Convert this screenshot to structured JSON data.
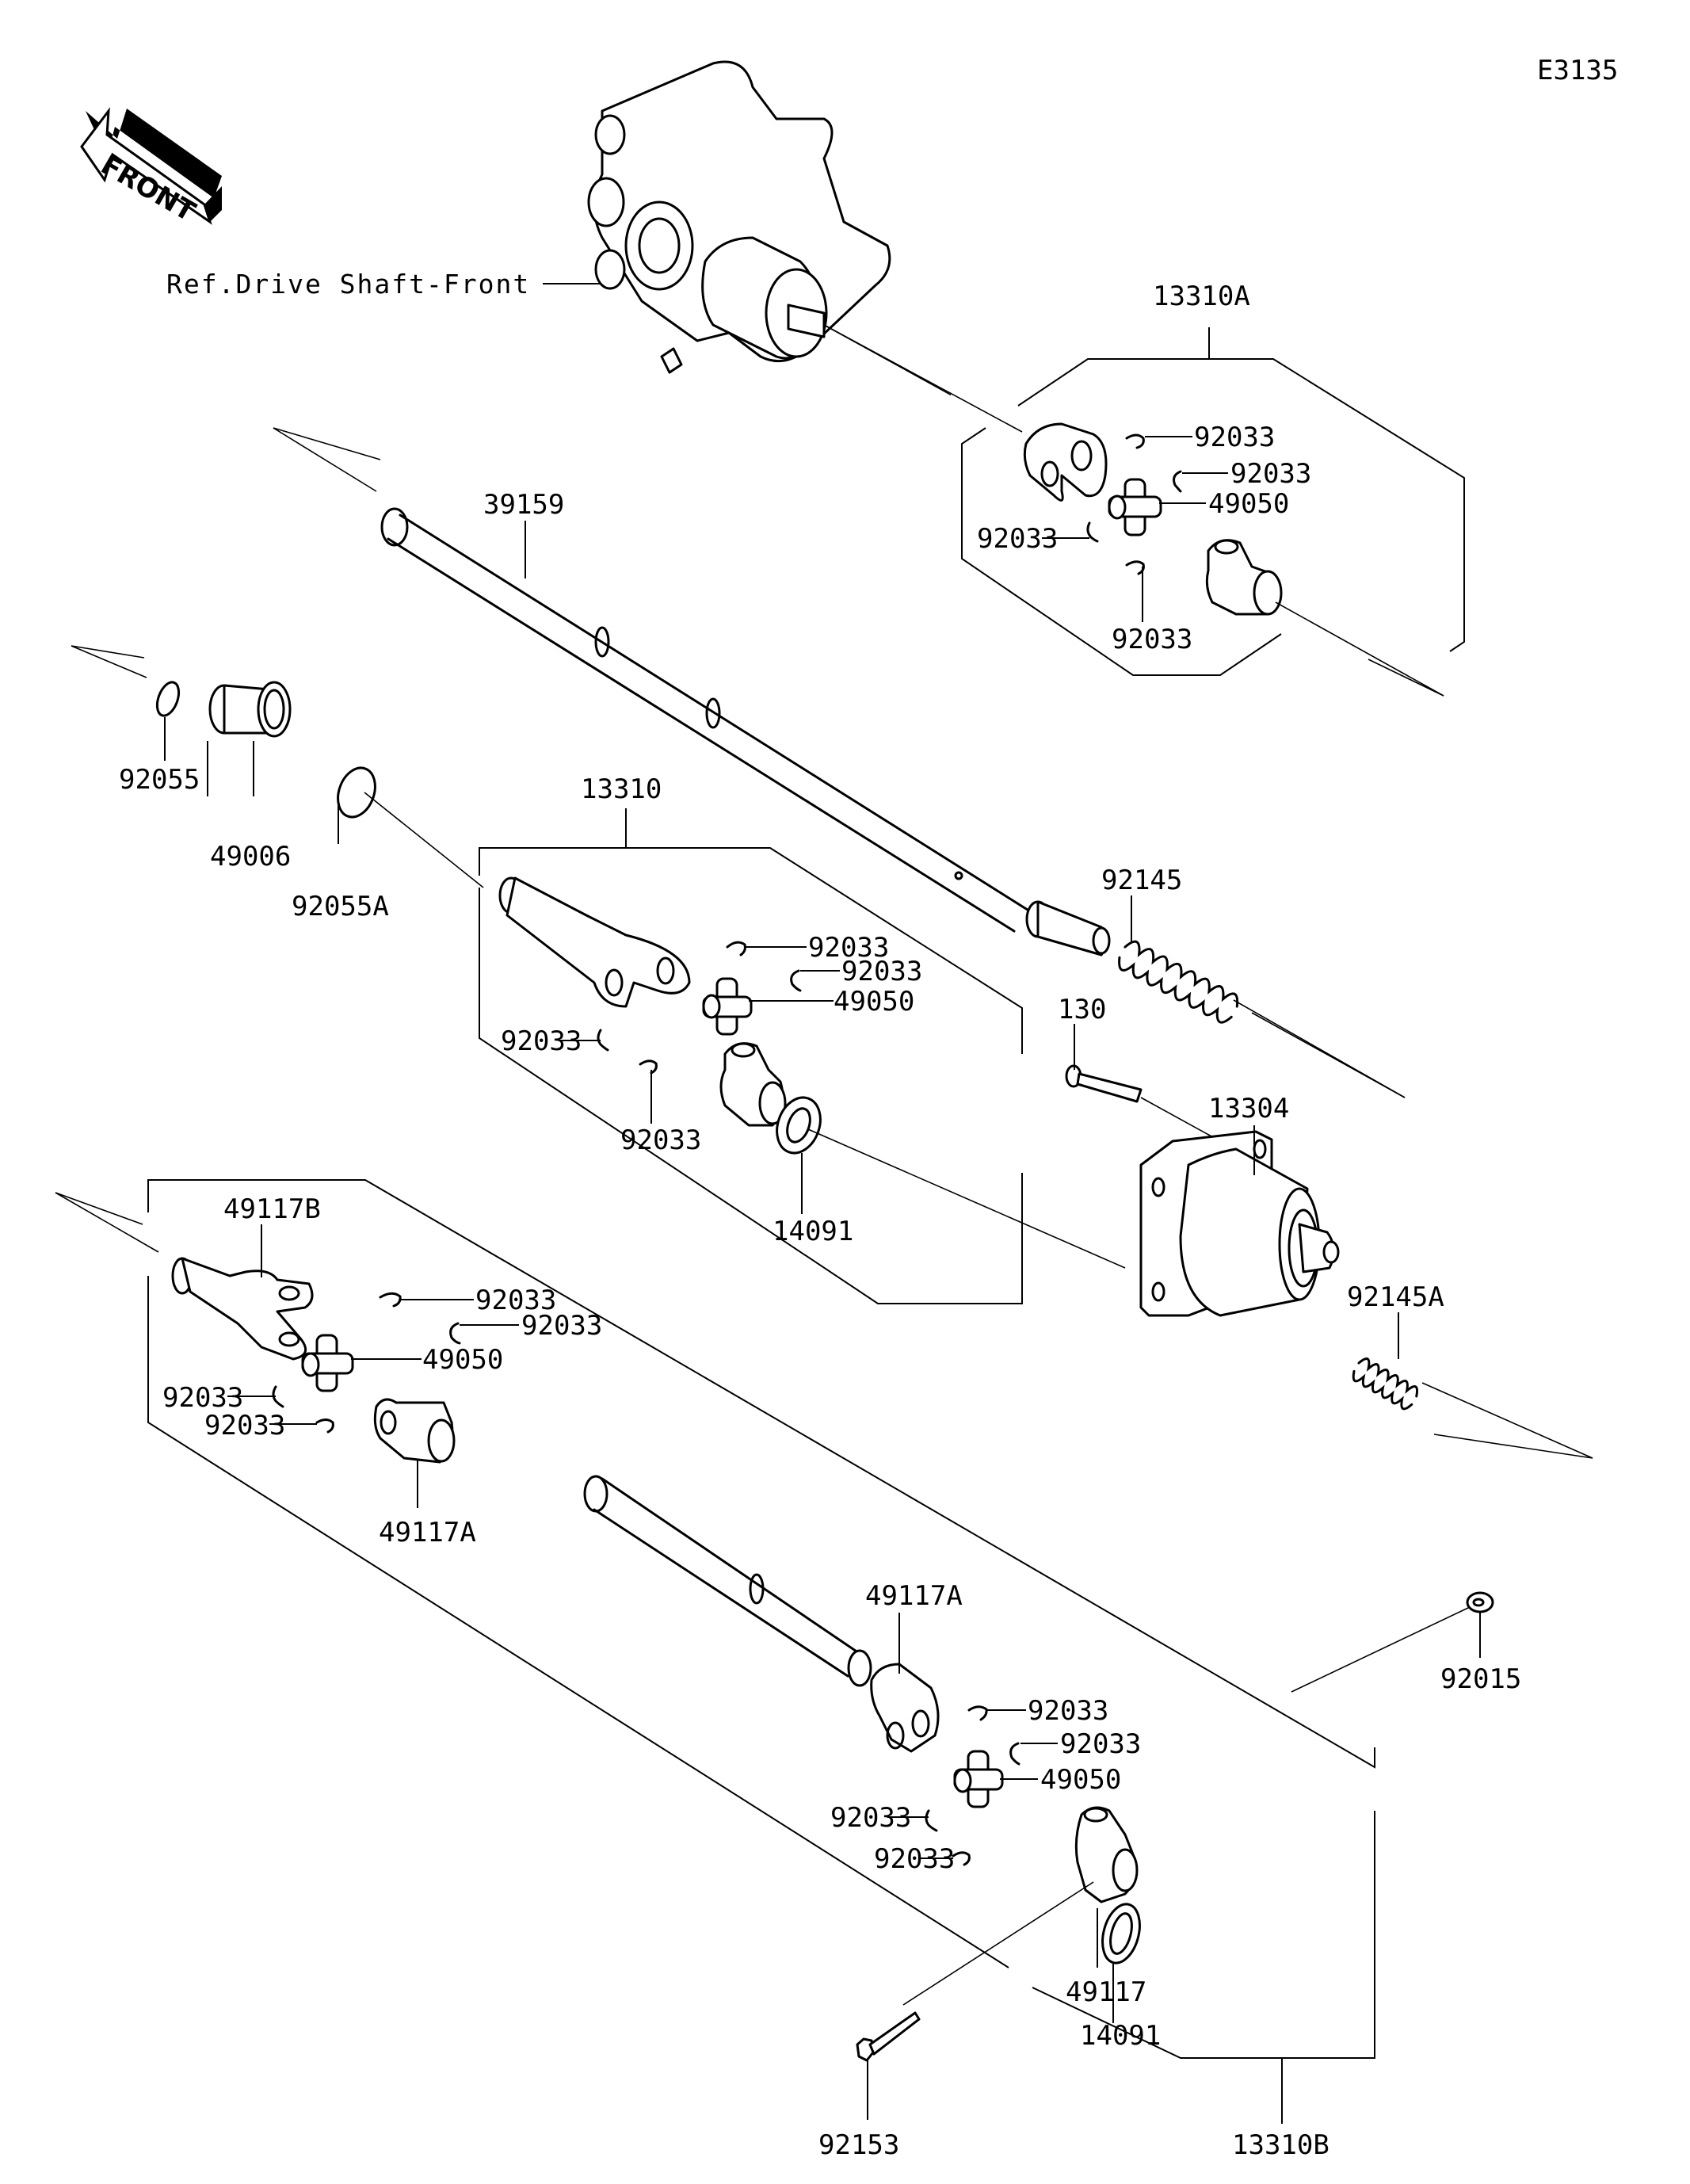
{
  "diagram": {
    "code": "E3135",
    "front_arrow": "FRONT",
    "reference": "Ref.Drive Shaft-Front",
    "colors": {
      "line": "#000000",
      "background": "#ffffff"
    }
  },
  "labels": {
    "l13310A": "13310A",
    "l92033_a1": "92033",
    "l92033_a2": "92033",
    "l49050_a": "49050",
    "l92033_a3": "92033",
    "l92033_a4": "92033",
    "l39159": "39159",
    "l92055": "92055",
    "l49006": "49006",
    "l92055A": "92055A",
    "l13310": "13310",
    "l92033_b1": "92033",
    "l92033_b2": "92033",
    "l49050_b": "49050",
    "l92033_b3": "92033",
    "l92033_b4": "92033",
    "l92145": "92145",
    "l130": "130",
    "l13304": "13304",
    "l14091_a": "14091",
    "l92145A": "92145A",
    "l49117B": "49117B",
    "l92033_c1": "92033",
    "l92033_c2": "92033",
    "l49050_c": "49050",
    "l92033_c3": "92033",
    "l92033_c4": "92033",
    "l49117A_1": "49117A",
    "l49117A_2": "49117A",
    "l92033_d1": "92033",
    "l92033_d2": "92033",
    "l49050_d": "49050",
    "l92033_d3": "92033",
    "l92033_d4": "92033",
    "l92015": "92015",
    "l49117": "49117",
    "l14091_b": "14091",
    "l92153": "92153",
    "l13310B": "13310B"
  }
}
